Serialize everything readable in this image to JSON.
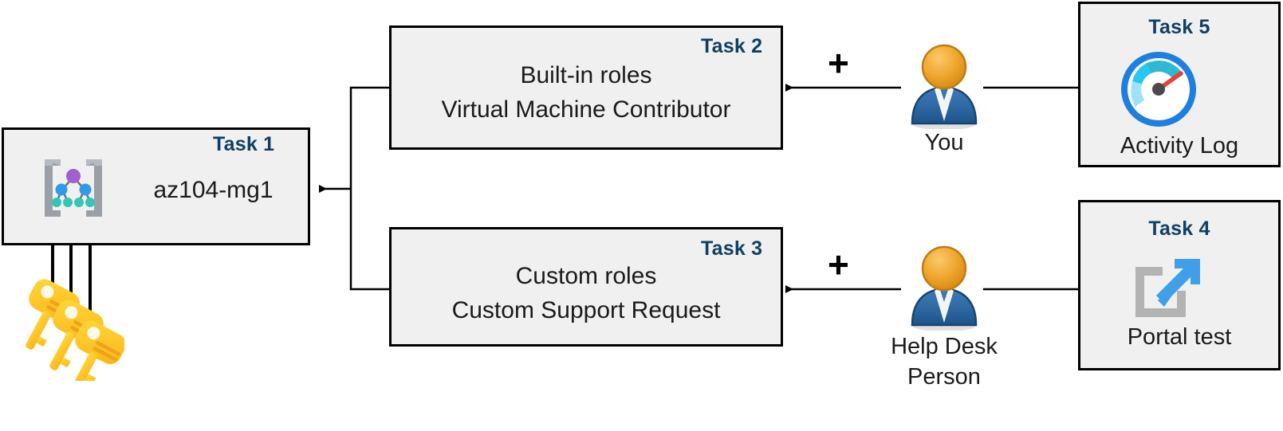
{
  "diagram": {
    "title": "Azure RBAC task diagram",
    "accent_color": "#0f3f63",
    "box_fill": "#f0f0f0",
    "box_border": "#000000"
  },
  "nodes": {
    "task1": {
      "task_label": "Task 1",
      "text": "az104-mg1",
      "icon": "management-group-icon"
    },
    "task2": {
      "task_label": "Task 2",
      "line1": "Built-in roles",
      "line2": "Virtual Machine Contributor"
    },
    "task3": {
      "task_label": "Task 3",
      "line1": "Custom roles",
      "line2": "Custom Support Request"
    },
    "task4": {
      "task_label": "Task 4",
      "text": "Portal test",
      "icon": "external-link-icon"
    },
    "task5": {
      "task_label": "Task 5",
      "text": "Activity Log",
      "icon": "gauge-icon"
    }
  },
  "actors": {
    "you": {
      "label": "You",
      "icon": "user-icon"
    },
    "helpdesk": {
      "label_line1": "Help Desk",
      "label_line2": "Person",
      "icon": "user-icon"
    }
  },
  "symbols": {
    "plus_top": "+",
    "plus_bottom": "+"
  },
  "icons": {
    "keys": "keys-icon",
    "management_group": "management-group-icon",
    "gauge": "gauge-icon",
    "external_link": "external-link-icon"
  }
}
